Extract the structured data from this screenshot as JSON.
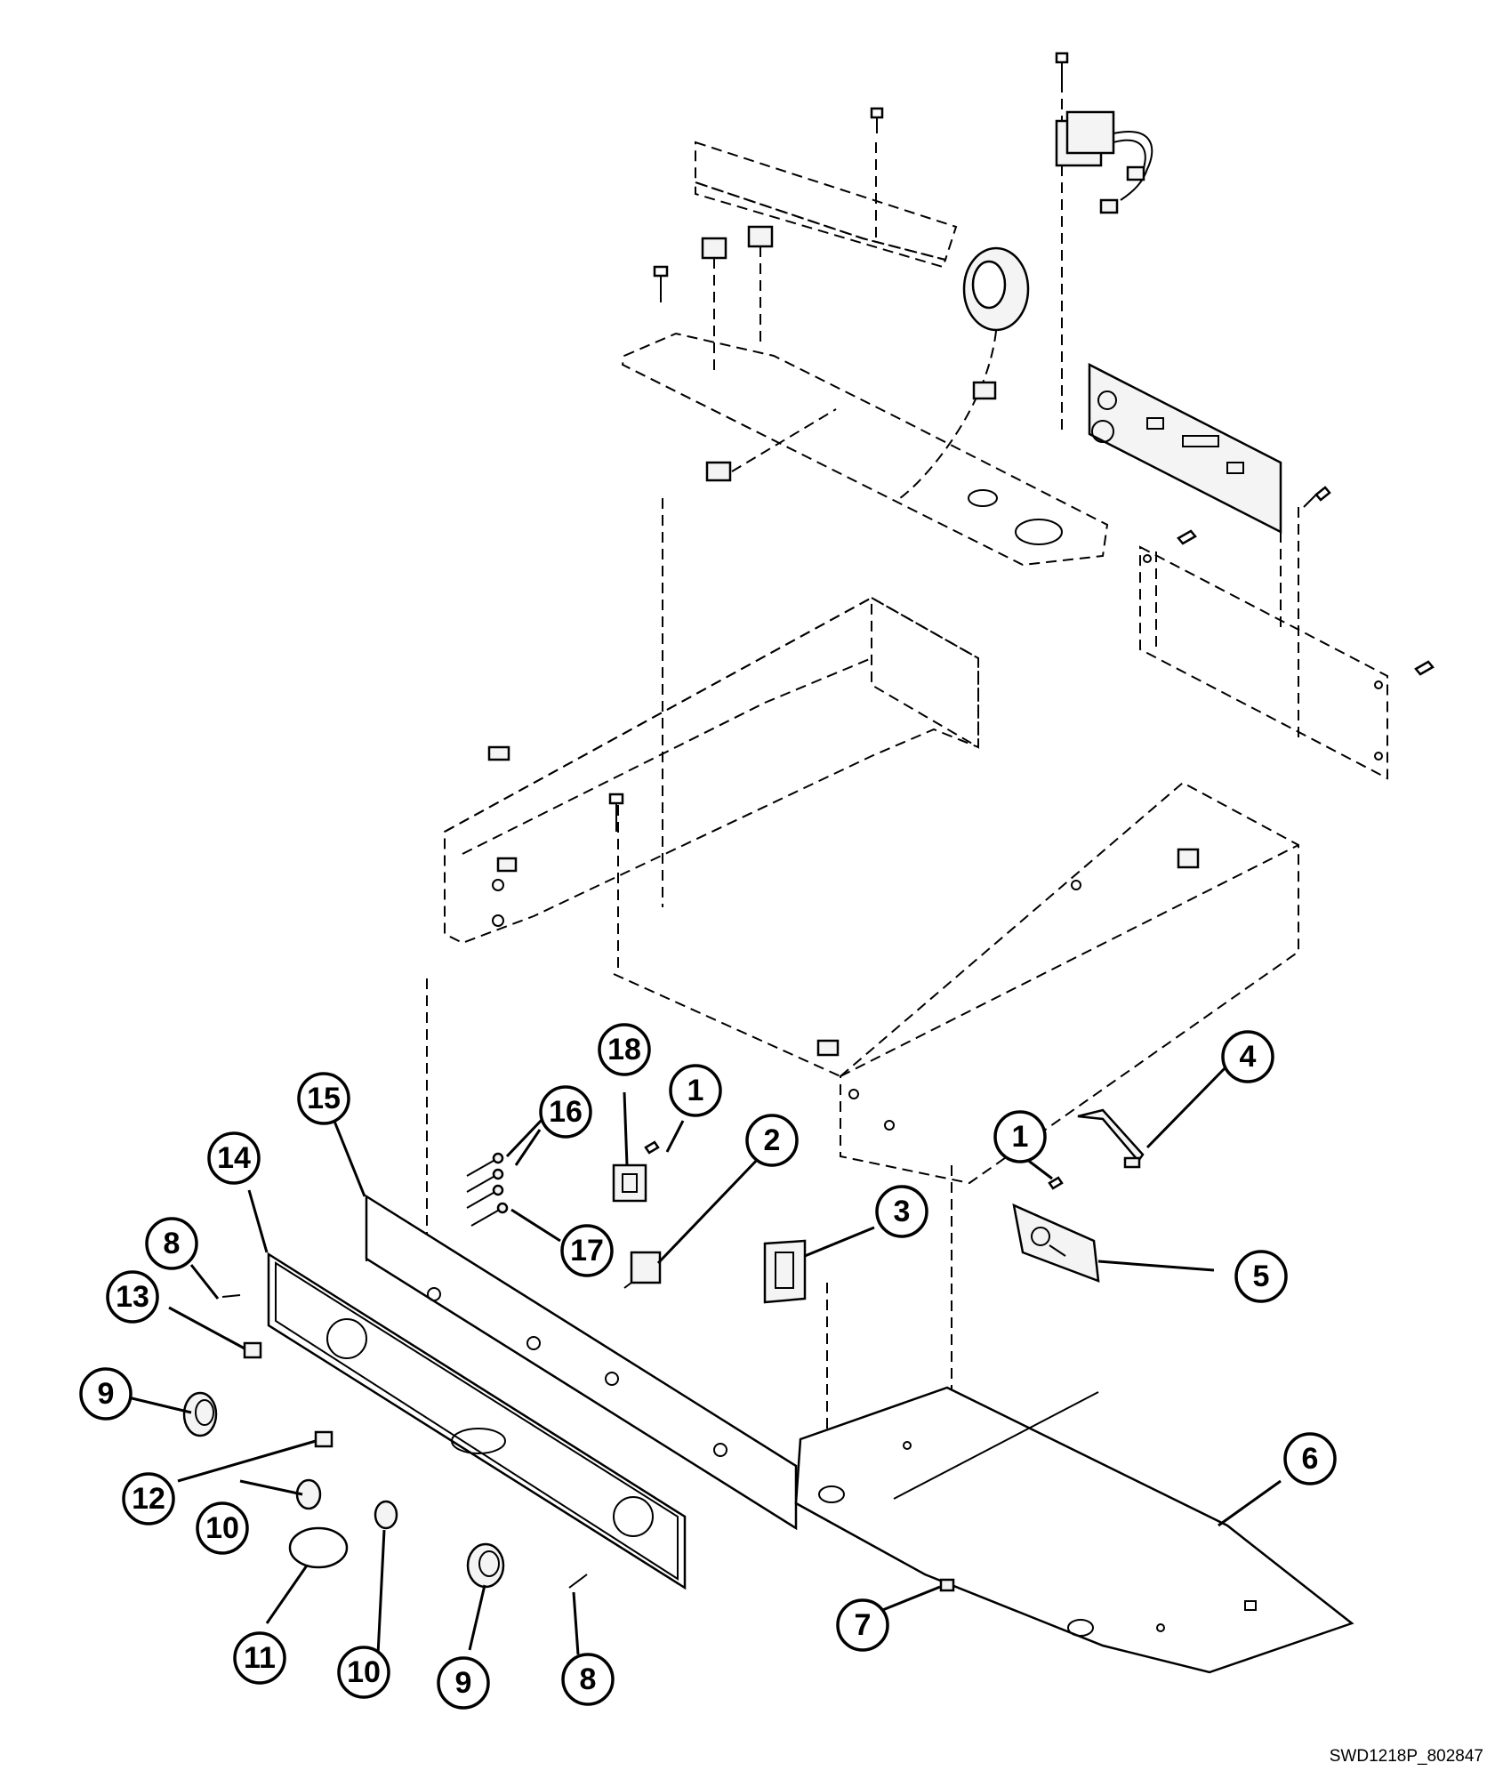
{
  "document_id": "SWD1218P_802847",
  "callouts": [
    {
      "label": "1"
    },
    {
      "label": "1"
    },
    {
      "label": "2"
    },
    {
      "label": "3"
    },
    {
      "label": "4"
    },
    {
      "label": "5"
    },
    {
      "label": "6"
    },
    {
      "label": "7"
    },
    {
      "label": "8"
    },
    {
      "label": "8"
    },
    {
      "label": "9"
    },
    {
      "label": "9"
    },
    {
      "label": "10"
    },
    {
      "label": "10"
    },
    {
      "label": "11"
    },
    {
      "label": "12"
    },
    {
      "label": "13"
    },
    {
      "label": "14"
    },
    {
      "label": "15"
    },
    {
      "label": "16"
    },
    {
      "label": "17"
    },
    {
      "label": "18"
    }
  ]
}
